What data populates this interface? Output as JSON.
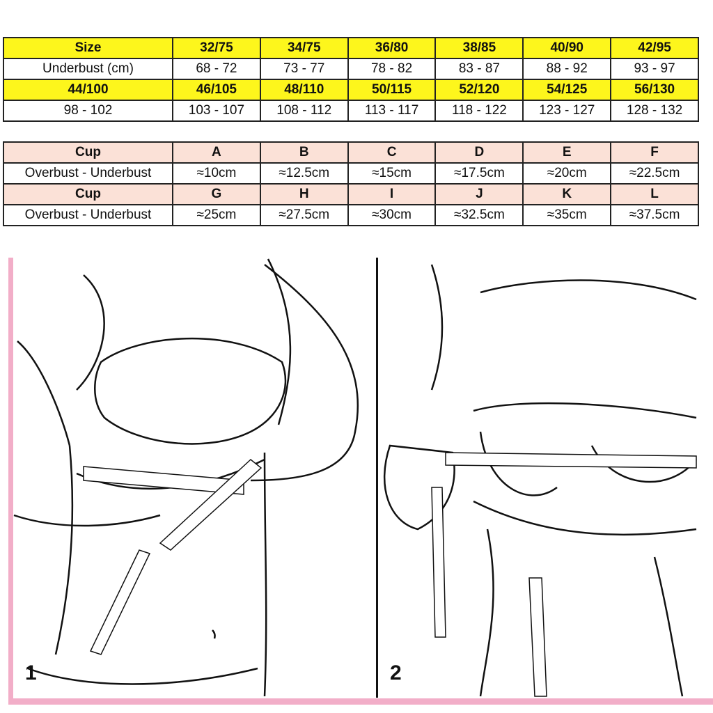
{
  "size_table": {
    "rows": [
      {
        "type": "header",
        "cells": [
          "Size",
          "32/75",
          "34/75",
          "36/80",
          "38/85",
          "40/90",
          "42/95"
        ]
      },
      {
        "type": "data",
        "cells": [
          "Underbust (cm)",
          "68 - 72",
          "73 - 77",
          "78 - 82",
          "83 - 87",
          "88 - 92",
          "93 - 97"
        ]
      },
      {
        "type": "header",
        "cells": [
          "44/100",
          "46/105",
          "48/110",
          "50/115",
          "52/120",
          "54/125",
          "56/130"
        ]
      },
      {
        "type": "data",
        "cells": [
          "98 - 102",
          "103 - 107",
          "108 - 112",
          "113 - 117",
          "118 - 122",
          "123 - 127",
          "128 - 132"
        ]
      }
    ],
    "header_color": "#fdf61c"
  },
  "cup_table": {
    "rows": [
      {
        "type": "header",
        "cells": [
          "Cup",
          "A",
          "B",
          "C",
          "D",
          "E",
          "F"
        ]
      },
      {
        "type": "data",
        "cells": [
          "Overbust - Underbust",
          "≈10cm",
          "≈12.5cm",
          "≈15cm",
          "≈17.5cm",
          "≈20cm",
          "≈22.5cm"
        ]
      },
      {
        "type": "header",
        "cells": [
          "Cup",
          "G",
          "H",
          "I",
          "J",
          "K",
          "L"
        ]
      },
      {
        "type": "data",
        "cells": [
          "Overbust - Underbust",
          "≈25cm",
          "≈27.5cm",
          "≈30cm",
          "≈32.5cm",
          "≈35cm",
          "≈37.5cm"
        ]
      }
    ],
    "header_color": "#fbe1d7"
  },
  "illustration": {
    "step1_label": "1",
    "step2_label": "2",
    "frame_color": "#f2aec8"
  }
}
